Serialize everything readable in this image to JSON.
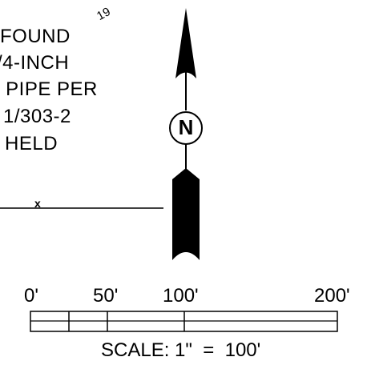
{
  "stamp": {
    "partial_text": "19"
  },
  "monument_note": {
    "lines": [
      "FOUND",
      "/4-INCH",
      " PIPE PER",
      "1/303-2",
      "HELD"
    ]
  },
  "line_marker": {
    "symbol": "x"
  },
  "north_arrow": {
    "letter": "N"
  },
  "scale_bar": {
    "labels": [
      "0'",
      "50'",
      "100'",
      "200'"
    ],
    "caption": "SCALE: 1\"  =  100'"
  }
}
